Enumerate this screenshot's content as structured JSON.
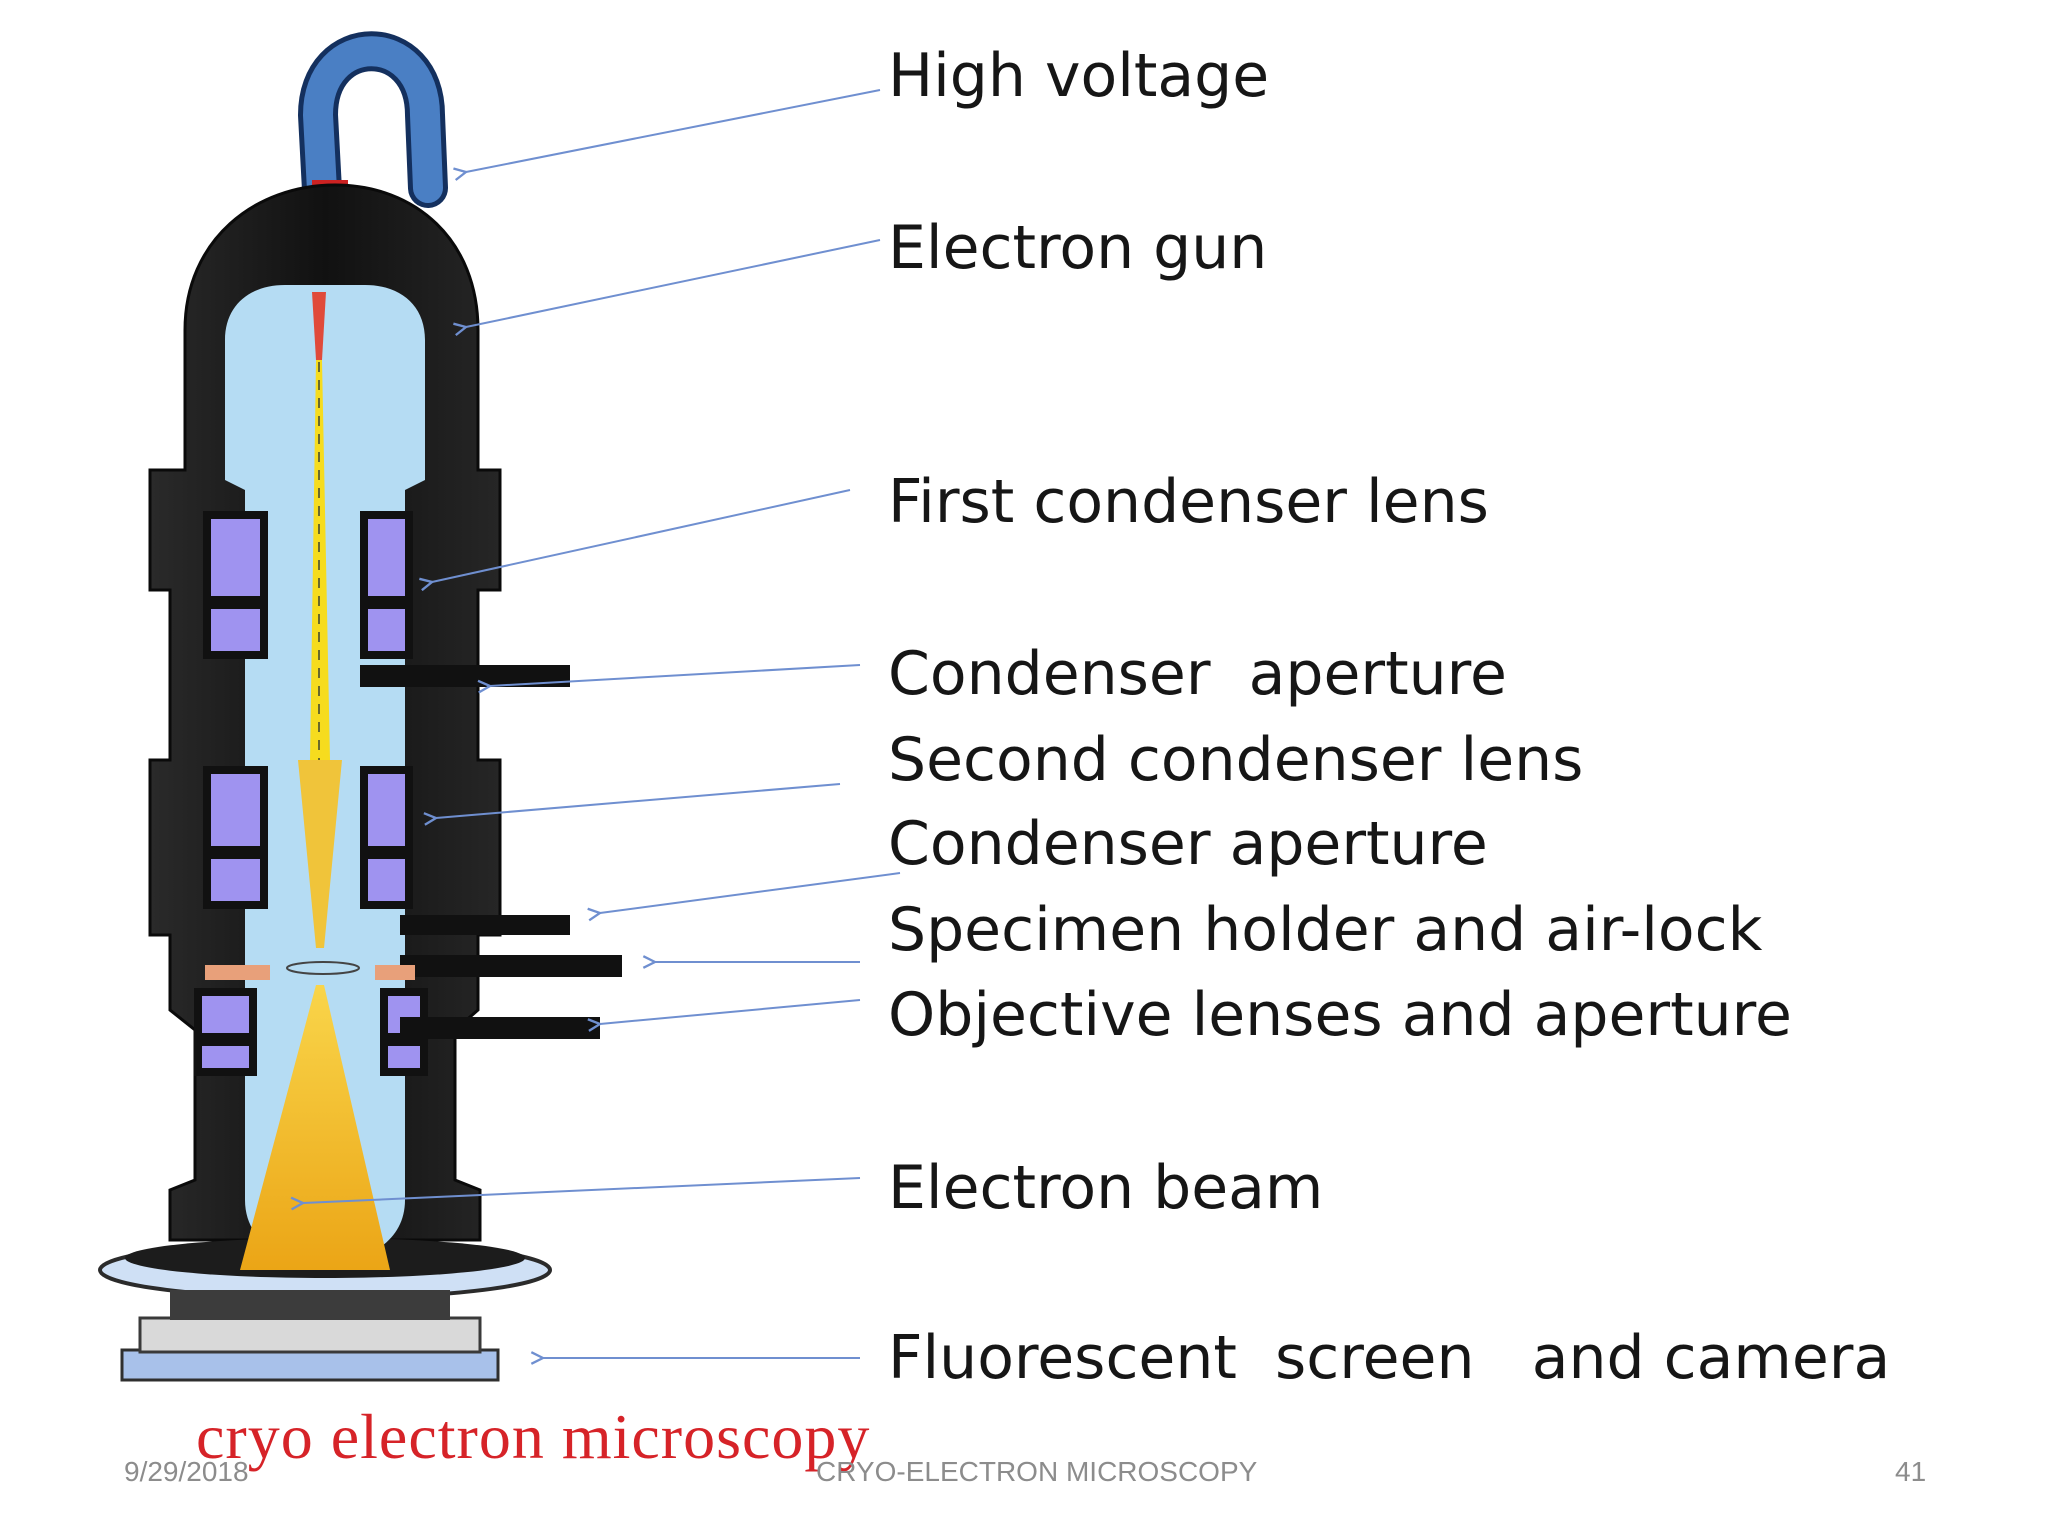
{
  "labels": [
    "High voltage",
    "Electron gun",
    "First condenser lens",
    "Condenser  aperture",
    "Second condenser lens",
    "Condenser aperture",
    "Specimen holder and air-lock",
    "Objective lenses and aperture",
    "Electron beam",
    "Fluorescent  screen   and camera"
  ],
  "caption": "cryo electron microscopy",
  "footer": {
    "date": "9/29/2018",
    "title": "CRYO-ELECTRON MICROSCOPY",
    "page": "41"
  },
  "colors": {
    "column": "#111111",
    "vacuum": "#b5dcf3",
    "lens": "#9f93f0",
    "beam": "#f6dc1e",
    "beam_cone": "#efb018",
    "cable": "#4a7fc4",
    "arrow": "#6f8fd0",
    "caption": "#d62328",
    "screen": "#a8c1ea"
  }
}
